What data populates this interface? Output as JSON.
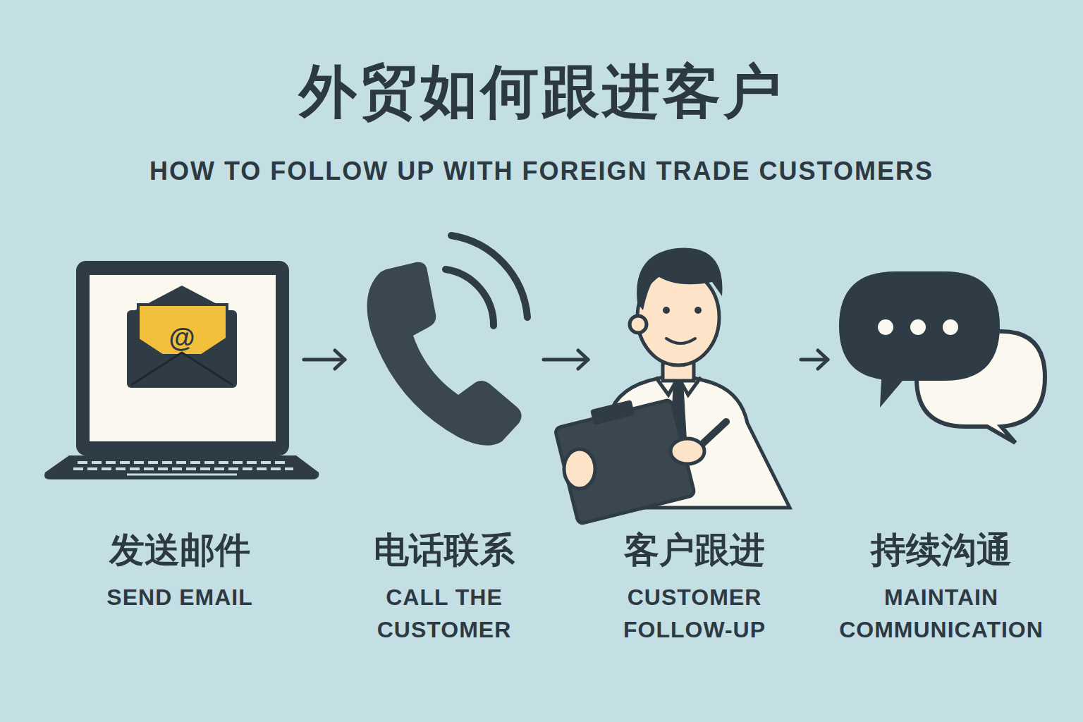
{
  "diagram": {
    "title": "外贸如何跟进客户",
    "nodes": [
      {
        "text": [
          "发送邮件",
          "SEND EMAIL"
        ]
      },
      {
        "text": [
          "电话联系",
          "CALL THE CUSTOMER"
        ]
      },
      {
        "text": [
          "客户跟进",
          "CUSTOMER FOLLOW-UP"
        ]
      },
      {
        "text": [
          "持续沟通",
          "MAINTAIN COMMUNICATION"
        ]
      }
    ],
    "edges": [
      {
        "from": 0,
        "to": 1,
        "arrow": "to"
      },
      {
        "from": 1,
        "to": 2,
        "arrow": "to"
      },
      {
        "from": 2,
        "to": 3,
        "arrow": "to"
      }
    ],
    "labels": [
      "HOW TO FOLLOW UP WITH FOREIGN TRADE CUSTOMERS",
      "@"
    ]
  }
}
